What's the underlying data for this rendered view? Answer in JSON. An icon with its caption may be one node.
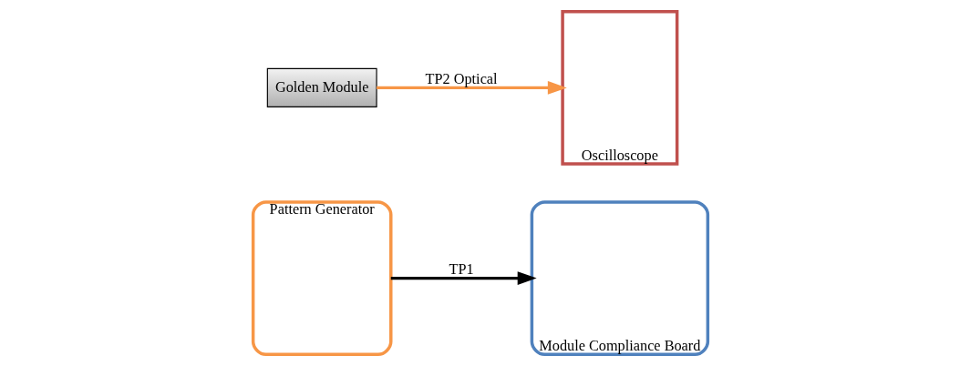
{
  "diagram": {
    "nodes": [
      {
        "text": [
          "Pattern Generator"
        ]
      },
      {
        "text": [
          "Module Compliance Board"
        ]
      },
      {
        "text": [
          "Golden Module"
        ]
      },
      {
        "text": [
          "Oscilloscope"
        ]
      }
    ],
    "edges": [
      {
        "from": 0,
        "to": 1,
        "arrow": "to",
        "label": "TP1"
      },
      {
        "from": 2,
        "to": 3,
        "arrow": "to",
        "label": "TP2 Optical",
        "color": "#f79646"
      }
    ]
  }
}
